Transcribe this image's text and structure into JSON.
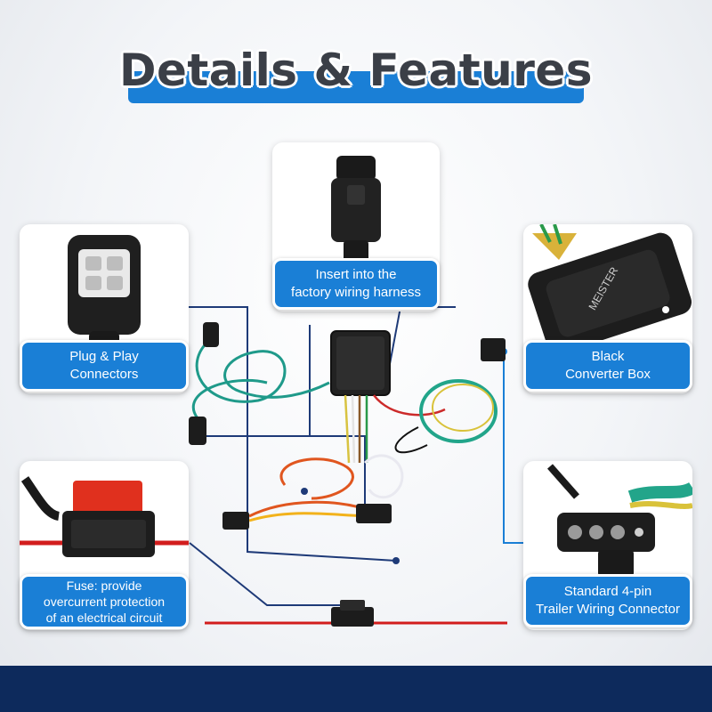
{
  "page": {
    "title": "Details & Features",
    "accent_color": "#1a7fd6",
    "footer_color": "#0d2a5c"
  },
  "callouts": {
    "plug_play": "Plug & Play\nConnectors",
    "factory": "Insert into the\nfactory wiring harness",
    "converter": "Black\nConverter Box",
    "fuse": "Fuse: provide\novercurrent protection\nof an electrical circuit",
    "trailer": "Standard 4-pin\nTrailer Wiring Connector"
  },
  "product": {
    "box_brand": "MEISTER"
  }
}
